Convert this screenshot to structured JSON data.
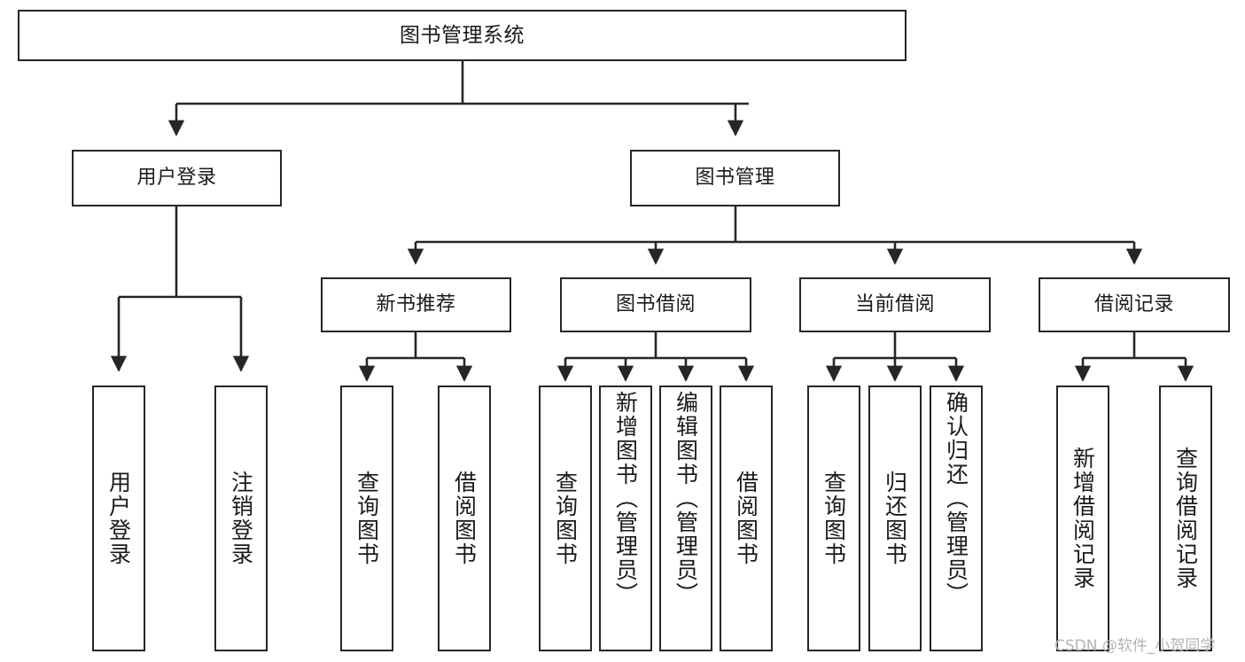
{
  "diagram": {
    "title": "图书管理系统",
    "type": "tree-hierarchy",
    "background_color": "#ffffff",
    "box_border_color": "#262626",
    "connector_color": "#262626",
    "text_color": "#1a1a1a"
  },
  "root": {
    "label": "图书管理系统"
  },
  "level1": [
    {
      "label": "用户登录"
    },
    {
      "label": "图书管理"
    }
  ],
  "level2": [
    {
      "label": "新书推荐"
    },
    {
      "label": "图书借阅"
    },
    {
      "label": "当前借阅"
    },
    {
      "label": "借阅记录"
    }
  ],
  "leaves": {
    "user_login": [
      {
        "label": "用户登录"
      },
      {
        "label": "注销登录"
      }
    ],
    "new_book": [
      {
        "label": "查询图书"
      },
      {
        "label": "借阅图书"
      }
    ],
    "borrow_book": [
      {
        "label": "查询图书"
      },
      {
        "label": "新增图书（管理员）"
      },
      {
        "label": "编辑图书（管理员）"
      },
      {
        "label": "借阅图书"
      }
    ],
    "current_borrow": [
      {
        "label": "查询图书"
      },
      {
        "label": "归还图书"
      },
      {
        "label": "确认归还（管理员）"
      }
    ],
    "borrow_record": [
      {
        "label": "新增借阅记录"
      },
      {
        "label": "查询借阅记录"
      }
    ]
  },
  "watermark": {
    "text": "CSDN @软件_小贺同学",
    "color": "#b4b4b4"
  }
}
